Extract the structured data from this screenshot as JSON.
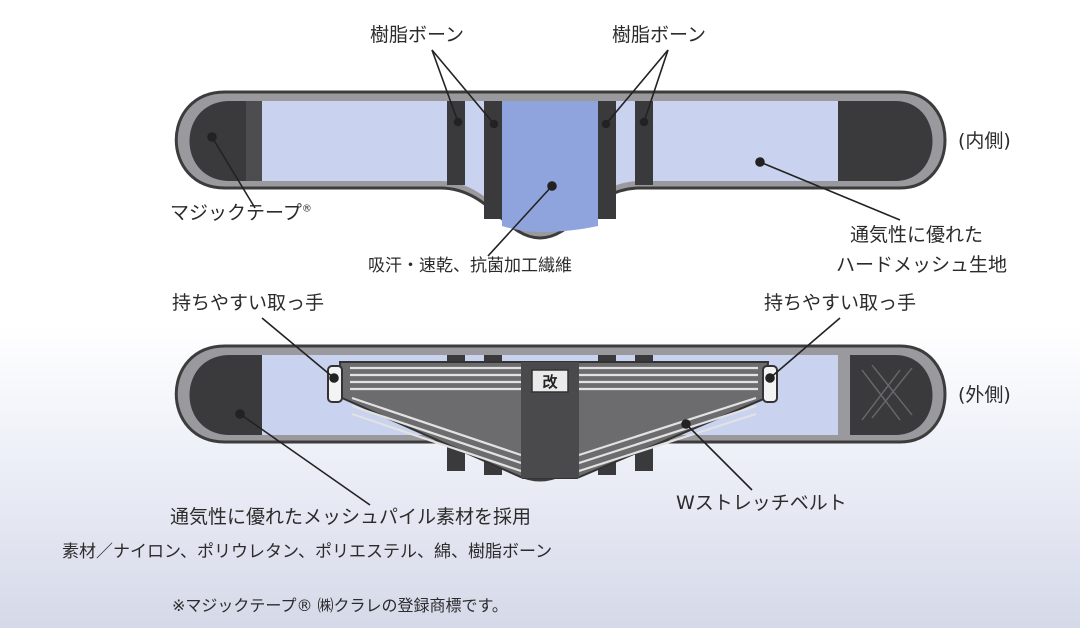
{
  "labels": {
    "resin_bone_left": "樹脂ボーン",
    "resin_bone_right": "樹脂ボーン",
    "inner_side": "(内側)",
    "magic_tape": "マジックテープ",
    "registered_mark": "®",
    "sweat_fiber": "吸汗・速乾、抗菌加工繊維",
    "mesh_line1": "通気性に優れた",
    "mesh_line2": "ハードメッシュ生地",
    "handle_left": "持ちやすい取っ手",
    "handle_right": "持ちやすい取っ手",
    "outer_side": "(外側)",
    "logo_badge": "改",
    "mesh_pile": "通気性に優れたメッシュパイル素材を採用",
    "w_stretch_belt": "Wストレッチベルト",
    "materials": "素材／ナイロン、ポリウレタン、ポリエステル、綿、樹脂ボーン",
    "trademark_note": "※マジックテープ® ㈱クラレの登録商標です。"
  },
  "colors": {
    "belt_outline": "#4a4a4a",
    "belt_frame": "#9a9a9e",
    "mesh_fabric": "#c9d2ee",
    "center_panel": "#8fa4dc",
    "dark_tape": "#3a3a3c",
    "stretch_band": "#6c6c6e",
    "stripe": "#e2e2e2"
  }
}
